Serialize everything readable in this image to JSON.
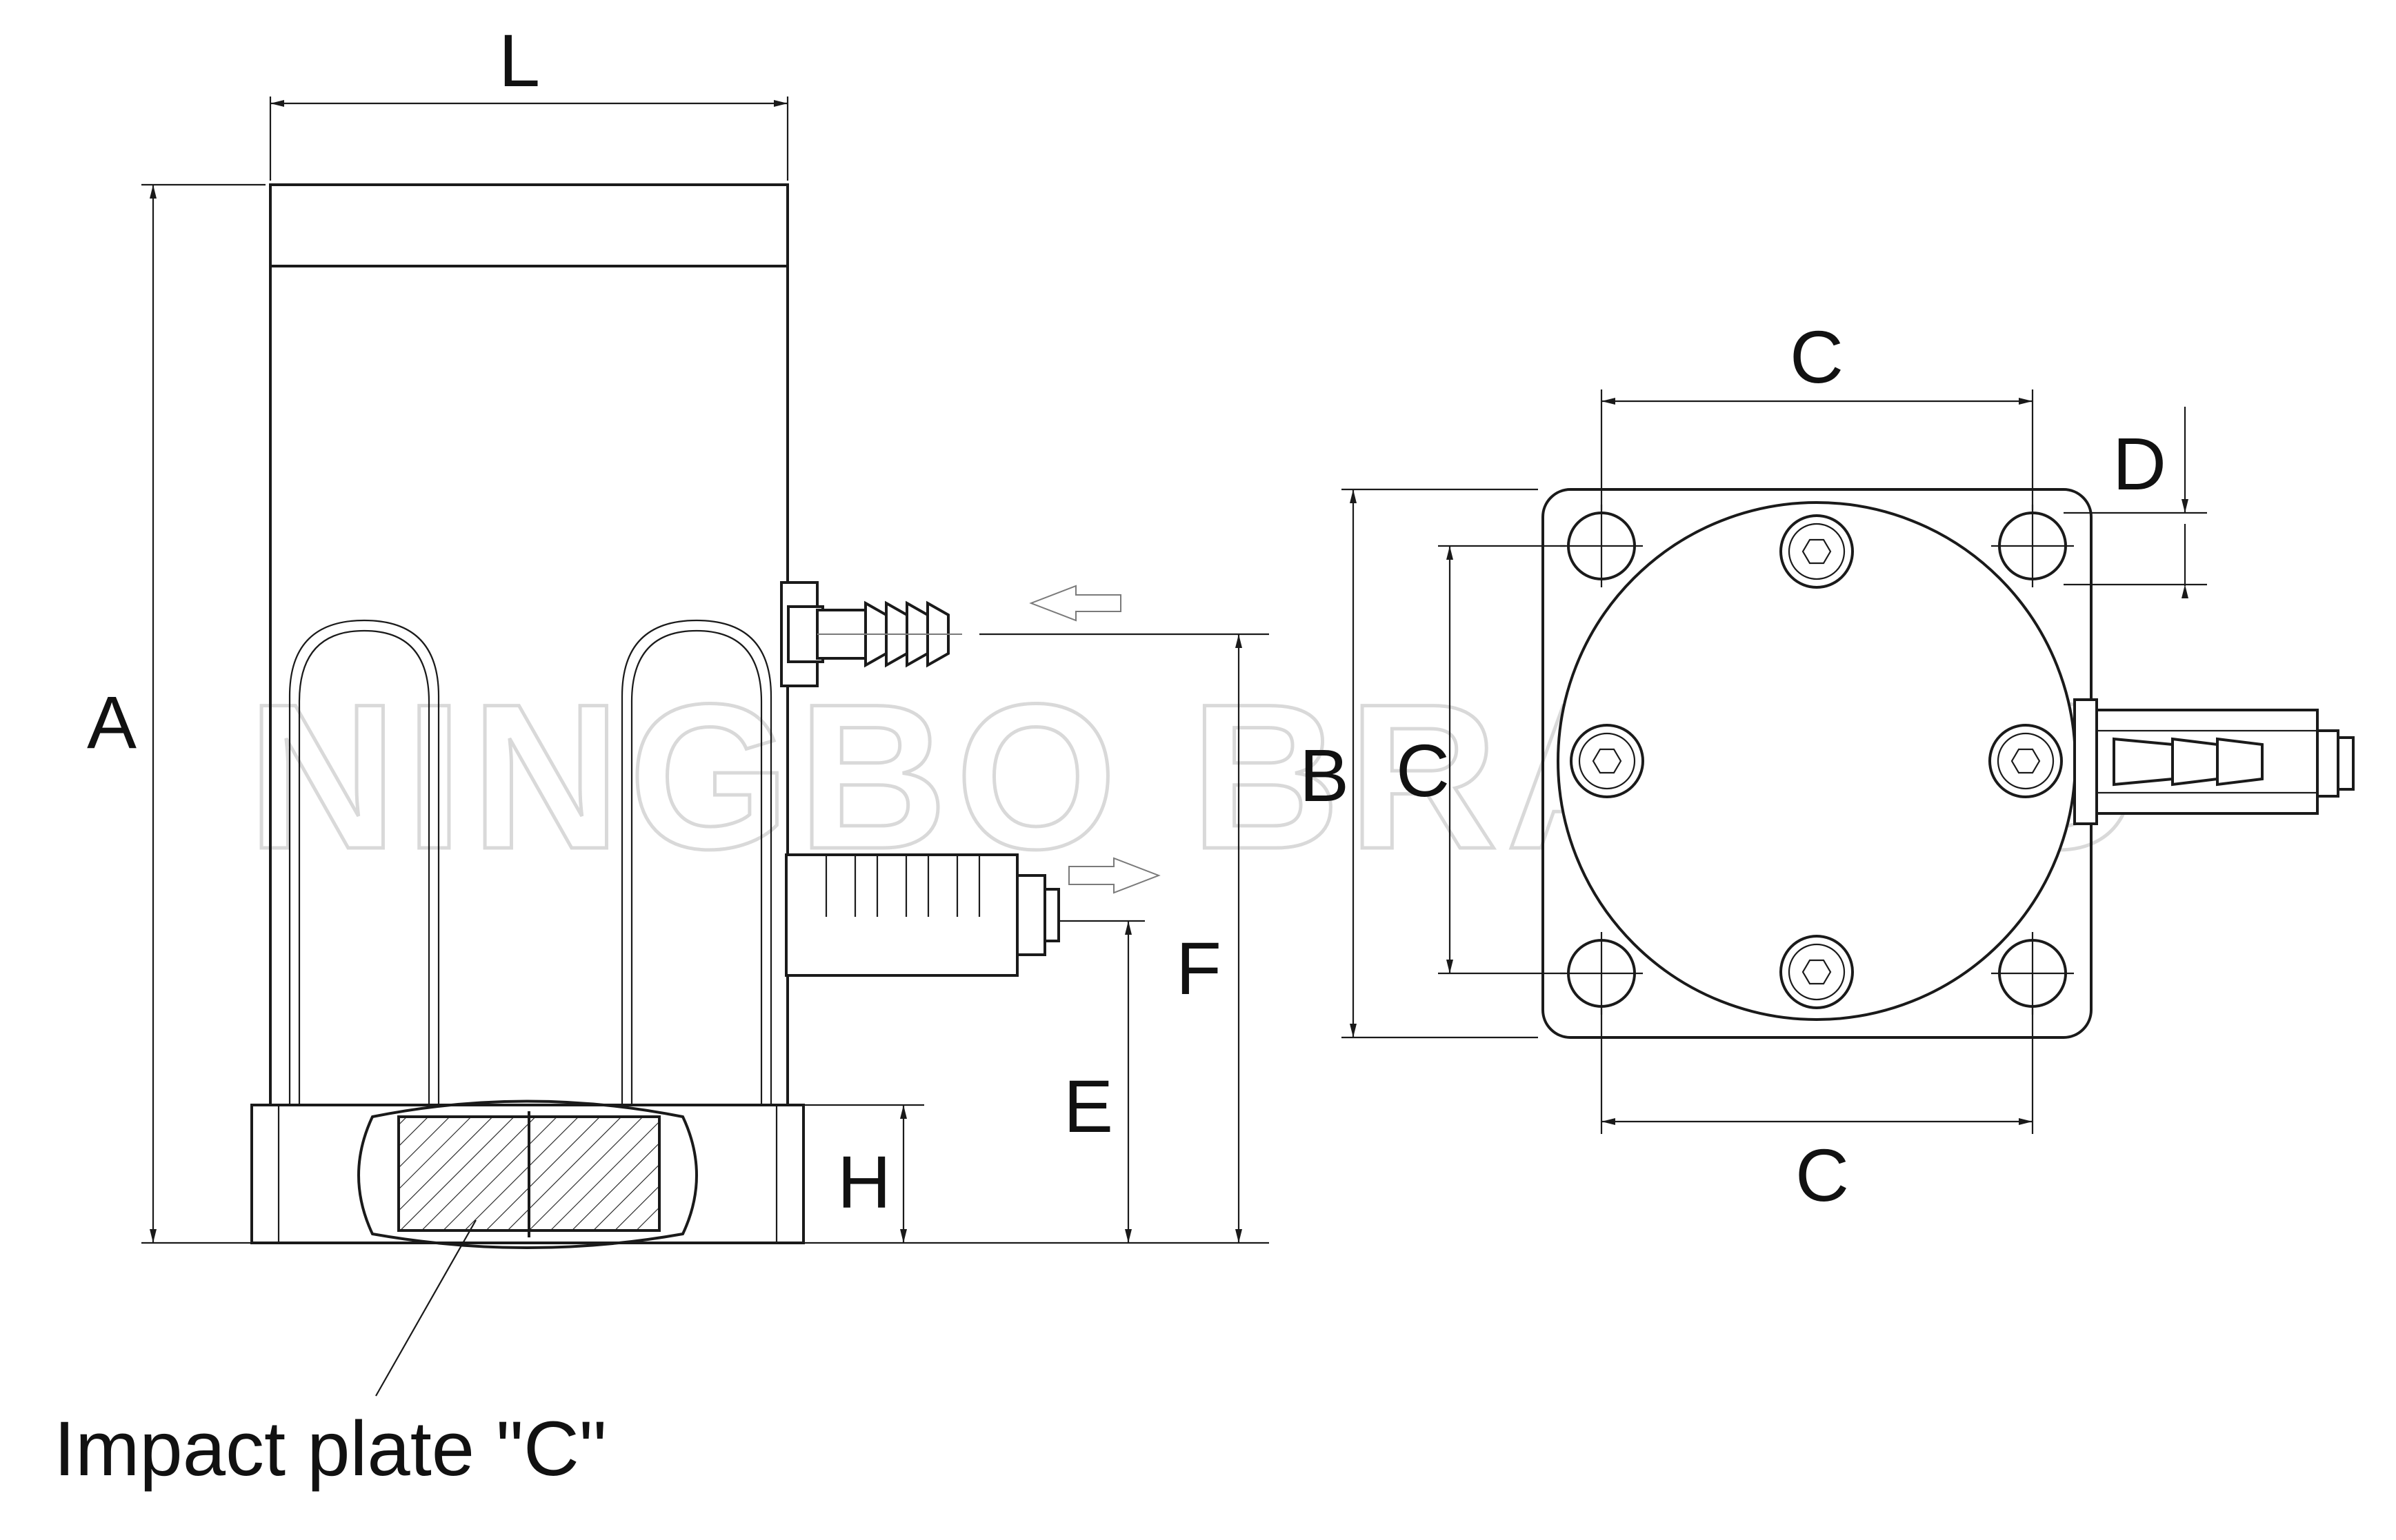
{
  "watermark": "NINGBO BRANDO",
  "side_view": {
    "dim_L": "L",
    "dim_A": "A",
    "dim_F": "F",
    "dim_E": "E",
    "dim_H": "H",
    "callout": "Impact plate \"C\""
  },
  "top_view": {
    "dim_C_top": "C",
    "dim_C_bottom": "C",
    "dim_C_left": "C",
    "dim_B": "B",
    "dim_D": "D"
  },
  "colors": {
    "line": "#1a1a1a",
    "watermark": "#d9d9d9",
    "background": "#ffffff"
  }
}
